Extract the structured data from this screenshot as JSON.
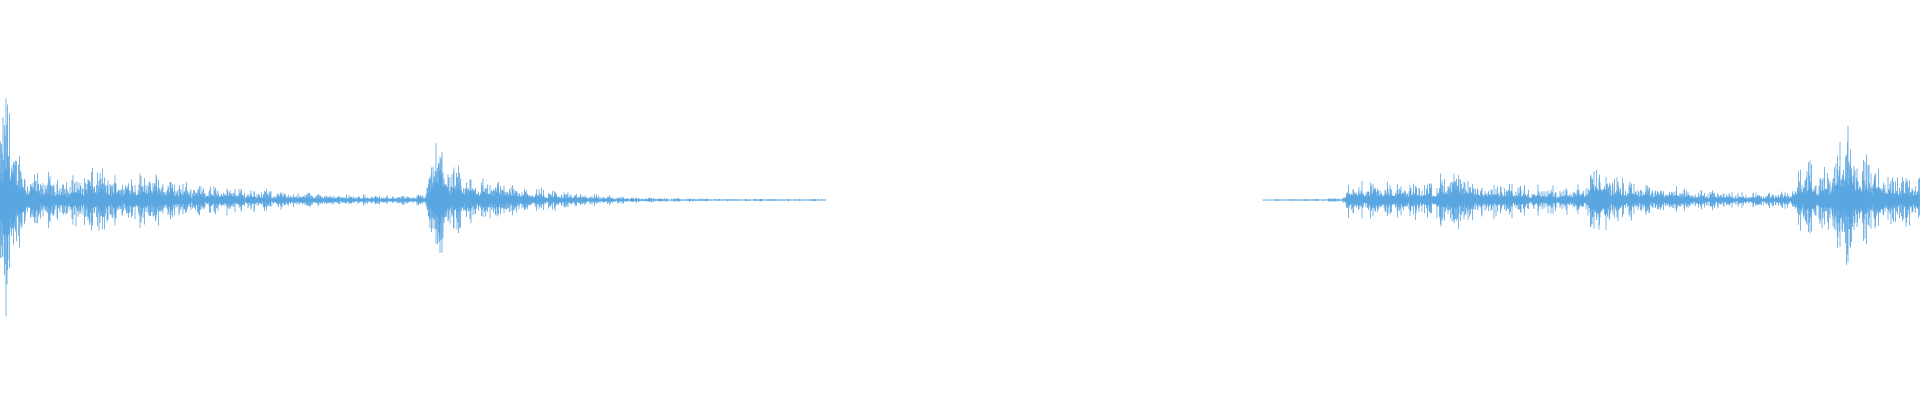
{
  "waveform": {
    "color": "#5aa6e0",
    "background": "#ffffff",
    "segments": [
      {
        "name": "audio-region-left",
        "start_fraction": 0.0,
        "end_fraction": 0.43,
        "envelope": [
          [
            0.0,
            0.72
          ],
          [
            0.004,
            0.82
          ],
          [
            0.008,
            0.45
          ],
          [
            0.012,
            0.3
          ],
          [
            0.016,
            0.2
          ],
          [
            0.025,
            0.18
          ],
          [
            0.035,
            0.16
          ],
          [
            0.05,
            0.25
          ],
          [
            0.06,
            0.18
          ],
          [
            0.075,
            0.22
          ],
          [
            0.09,
            0.15
          ],
          [
            0.105,
            0.12
          ],
          [
            0.12,
            0.1
          ],
          [
            0.135,
            0.08
          ],
          [
            0.15,
            0.06
          ],
          [
            0.165,
            0.05
          ],
          [
            0.18,
            0.04
          ],
          [
            0.2,
            0.035
          ],
          [
            0.215,
            0.03
          ],
          [
            0.222,
            0.06
          ],
          [
            0.225,
            0.35
          ],
          [
            0.228,
            0.65
          ],
          [
            0.232,
            0.3
          ],
          [
            0.24,
            0.2
          ],
          [
            0.255,
            0.16
          ],
          [
            0.27,
            0.12
          ],
          [
            0.285,
            0.08
          ],
          [
            0.3,
            0.05
          ],
          [
            0.32,
            0.03
          ],
          [
            0.345,
            0.015
          ],
          [
            0.38,
            0.01
          ],
          [
            0.43,
            0.008
          ]
        ]
      },
      {
        "name": "audio-region-right",
        "start_fraction": 0.658,
        "end_fraction": 1.0,
        "envelope": [
          [
            0.658,
            0.006
          ],
          [
            0.69,
            0.01
          ],
          [
            0.7,
            0.02
          ],
          [
            0.703,
            0.18
          ],
          [
            0.71,
            0.14
          ],
          [
            0.73,
            0.12
          ],
          [
            0.745,
            0.14
          ],
          [
            0.757,
            0.22
          ],
          [
            0.77,
            0.13
          ],
          [
            0.79,
            0.12
          ],
          [
            0.81,
            0.1
          ],
          [
            0.825,
            0.12
          ],
          [
            0.833,
            0.32
          ],
          [
            0.84,
            0.18
          ],
          [
            0.86,
            0.12
          ],
          [
            0.88,
            0.08
          ],
          [
            0.9,
            0.06
          ],
          [
            0.92,
            0.05
          ],
          [
            0.935,
            0.08
          ],
          [
            0.937,
            0.3
          ],
          [
            0.945,
            0.22
          ],
          [
            0.955,
            0.26
          ],
          [
            0.961,
            0.72
          ],
          [
            0.966,
            0.35
          ],
          [
            0.975,
            0.3
          ],
          [
            0.985,
            0.2
          ],
          [
            1.0,
            0.18
          ]
        ]
      }
    ]
  }
}
